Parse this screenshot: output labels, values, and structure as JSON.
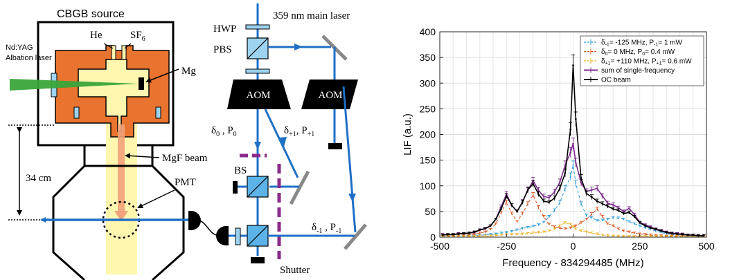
{
  "diagram": {
    "source_title": "CBGB source",
    "gas_he": "He",
    "gas_sf6": "SF",
    "gas_sf6_sub": "6",
    "ablation_laser_line1": "Nd:YAG",
    "ablation_laser_line2": "Albation laser",
    "target": "Mg",
    "beam_label": "MgF beam",
    "detector_label": "PMT",
    "distance": "34 cm",
    "main_laser": "359 nm main laser",
    "hwp": "HWP",
    "pbs": "PBS",
    "aom_left": "AOM",
    "aom_right": "AOM",
    "bs": "BS",
    "shutter": "Shutter",
    "d0_sym": "δ",
    "d0_sub": "0",
    "d0_sep": " , P",
    "d0_psub": "0",
    "dp1_sym": "δ",
    "dp1_sub": "+1",
    "dp1_sep": ", P",
    "dp1_psub": "+1",
    "dm1_sym": "δ",
    "dm1_sub": "-1",
    "dm1_sep": " , P",
    "dm1_psub": "-1",
    "colors": {
      "chamber_orange": "#E87430",
      "laser_blue": "#1F6FC5",
      "ablation_green": "#3AA53A",
      "beam_yellow": "#FFF6B0",
      "shutter_purple": "#8B2A8B",
      "optic_blue": "#5BB3E8"
    }
  },
  "chart_data": {
    "type": "line",
    "xlabel": "Frequency - 834294485 (MHz)",
    "ylabel": "LIF (a.u.)",
    "xlim": [
      -500,
      500
    ],
    "ylim": [
      0,
      400
    ],
    "xticks": [
      -500,
      -250,
      0,
      250,
      500
    ],
    "yticks": [
      0,
      50,
      100,
      150,
      200,
      250,
      300,
      350,
      400
    ],
    "grid": true,
    "legend_position": "top-right",
    "x": [
      -490,
      -470,
      -450,
      -430,
      -410,
      -390,
      -370,
      -350,
      -330,
      -310,
      -290,
      -270,
      -250,
      -230,
      -210,
      -190,
      -170,
      -150,
      -130,
      -110,
      -90,
      -70,
      -50,
      -30,
      -10,
      0,
      10,
      30,
      50,
      70,
      90,
      110,
      130,
      150,
      170,
      190,
      210,
      230,
      250,
      270,
      290,
      310,
      330,
      350,
      370,
      390,
      410,
      430,
      450,
      470,
      490
    ],
    "series": [
      {
        "name": "δ-1= -125 MHz, P-1= 1 mW",
        "legend_parts": [
          "δ",
          "-1",
          "= -125 MHz, P",
          "-1",
          "= 1 mW"
        ],
        "color": "#2E9BD6",
        "style": "dashed",
        "values": [
          2,
          2,
          2,
          3,
          3,
          3,
          3,
          4,
          4,
          5,
          6,
          8,
          9,
          11,
          14,
          17,
          19,
          21,
          24,
          29,
          40,
          52,
          67,
          95,
          118,
          140,
          105,
          65,
          42,
          38,
          32,
          33,
          35,
          38,
          37,
          35,
          30,
          26,
          22,
          18,
          15,
          12,
          9,
          7,
          5,
          4,
          3,
          2,
          2,
          1,
          1
        ]
      },
      {
        "name": "δ0= 0 MHz, P0= 0.4 mW",
        "legend_parts": [
          "δ",
          "0",
          "= 0 MHz, P",
          "0",
          "= 0.4 mW"
        ],
        "color": "#D9541E",
        "style": "dashed",
        "values": [
          2,
          2,
          2,
          3,
          3,
          4,
          5,
          8,
          10,
          15,
          26,
          47,
          68,
          46,
          30,
          46,
          65,
          82,
          58,
          40,
          25,
          20,
          17,
          16,
          18,
          20,
          22,
          28,
          35,
          45,
          55,
          40,
          26,
          22,
          16,
          12,
          10,
          8,
          6,
          5,
          4,
          3,
          3,
          2,
          2,
          2,
          2,
          1,
          1,
          1,
          1
        ]
      },
      {
        "name": "δ+1= +110 MHz, P+1= 0.6 mW",
        "legend_parts": [
          "δ",
          "+1",
          "= +110 MHz, P",
          "+1",
          "= 0.6 mW"
        ],
        "color": "#EDB120",
        "style": "dashed",
        "values": [
          1,
          1,
          1,
          1,
          1,
          1,
          1,
          2,
          2,
          2,
          3,
          4,
          5,
          5,
          5,
          6,
          7,
          8,
          9,
          10,
          12,
          16,
          22,
          28,
          25,
          20,
          16,
          12,
          10,
          8,
          6,
          4,
          3,
          2,
          2,
          1,
          1,
          1,
          1,
          1,
          1,
          1,
          1,
          1,
          1,
          1,
          1,
          1,
          1,
          1,
          1
        ]
      },
      {
        "name": "sum of single-frequency",
        "legend_parts": [
          "sum of single-frequency"
        ],
        "color": "#7E2F8E",
        "style": "solid",
        "values": [
          5,
          5,
          5,
          7,
          7,
          8,
          9,
          14,
          16,
          22,
          35,
          59,
          84,
          62,
          50,
          69,
          91,
          110,
          91,
          79,
          77,
          88,
          107,
          140,
          165,
          182,
          145,
          106,
          89,
          92,
          95,
          80,
          66,
          63,
          57,
          50,
          56,
          44,
          29,
          24,
          20,
          16,
          13,
          10,
          8,
          7,
          6,
          4,
          4,
          3,
          3
        ]
      },
      {
        "name": "OC beam",
        "legend_parts": [
          "OC beam"
        ],
        "color": "#000000",
        "style": "solid",
        "values": [
          4,
          5,
          5,
          6,
          7,
          8,
          10,
          14,
          17,
          22,
          35,
          55,
          80,
          62,
          50,
          68,
          92,
          104,
          84,
          70,
          68,
          76,
          95,
          125,
          210,
          335,
          230,
          115,
          85,
          78,
          70,
          65,
          60,
          55,
          52,
          46,
          48,
          40,
          28,
          22,
          18,
          15,
          12,
          9,
          7,
          6,
          5,
          4,
          4,
          3,
          3
        ]
      }
    ]
  }
}
